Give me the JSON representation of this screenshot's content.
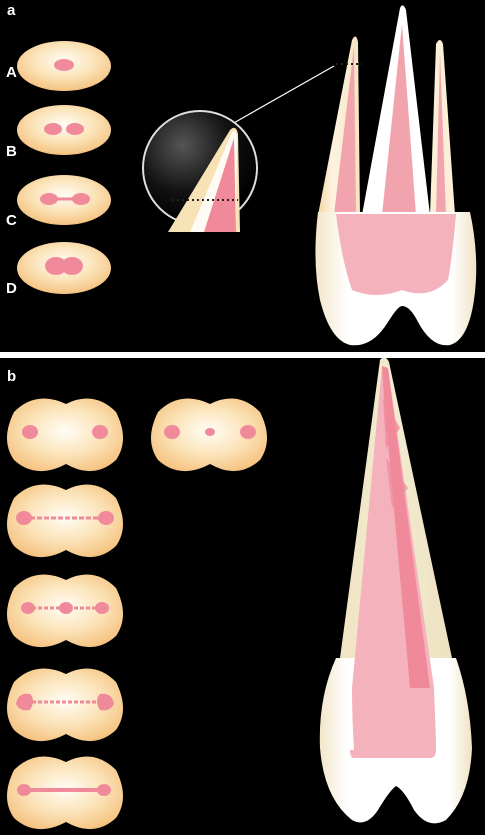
{
  "panel_a": {
    "label": "a",
    "rows": [
      {
        "label": "A"
      },
      {
        "label": "B"
      },
      {
        "label": "C"
      },
      {
        "label": "D"
      }
    ]
  },
  "panel_b": {
    "label": "b"
  },
  "colors": {
    "background": "#000000",
    "dentin": "#f5c887",
    "pulp": "#f08a9a",
    "pulp_light": "#f4b2bc",
    "enamel": "#ffffff",
    "root": "#efe5c4",
    "divider": "#ffffff"
  }
}
